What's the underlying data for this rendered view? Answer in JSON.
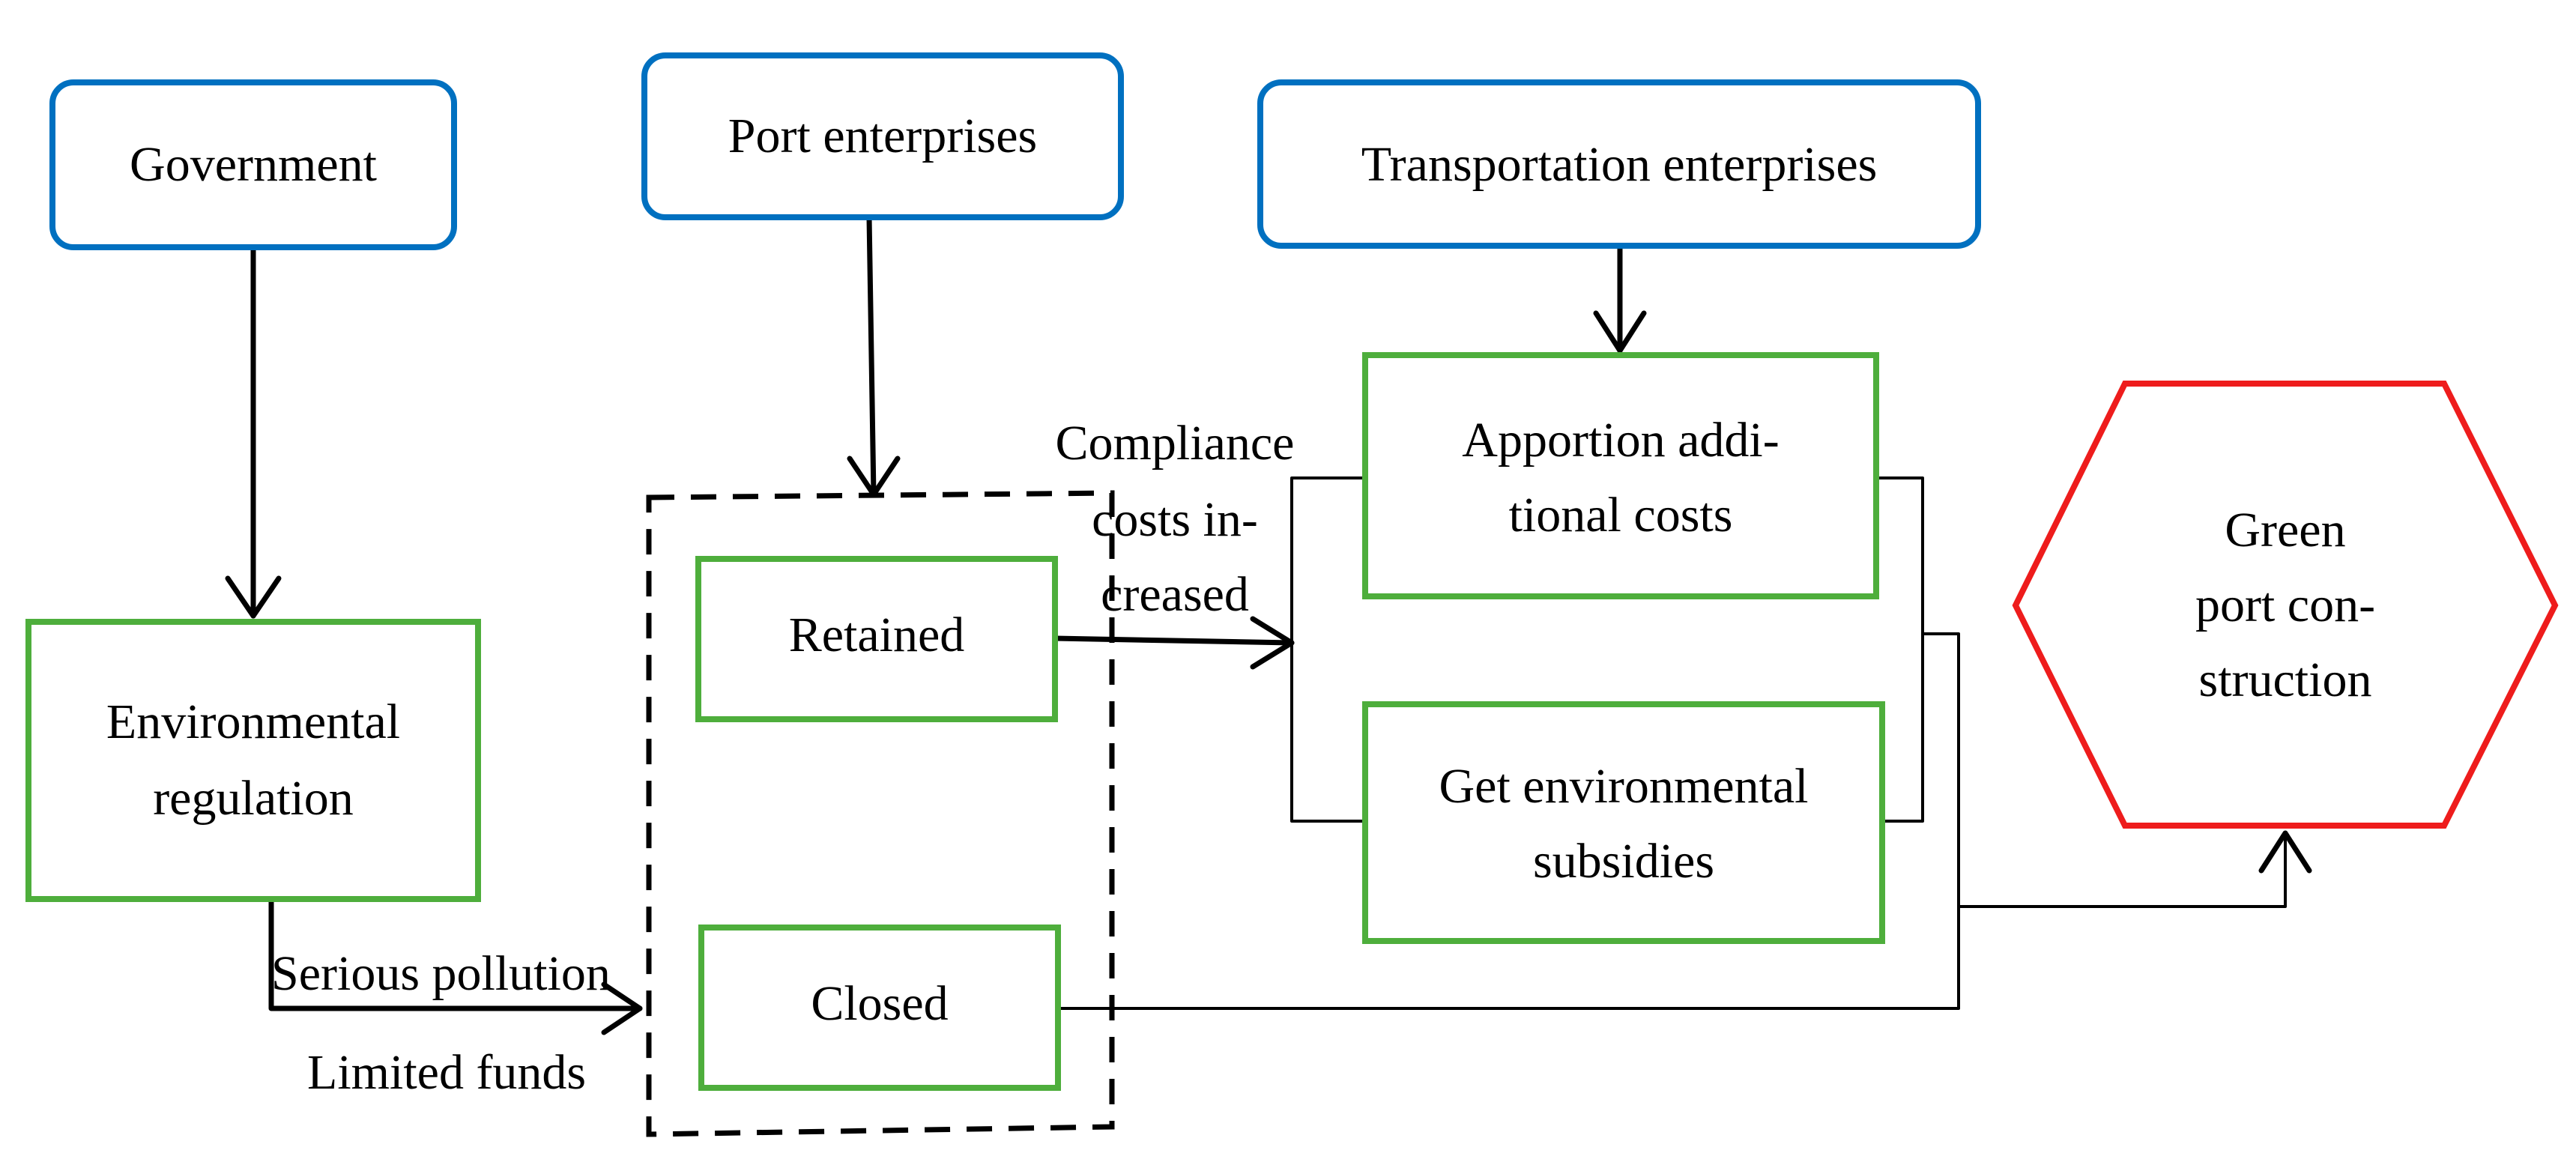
{
  "colors": {
    "actor_border": "#0070C0",
    "state_border": "#4EAE3C",
    "goal_border": "#EE1C1C",
    "line": "#000000"
  },
  "nodes": {
    "government": "Government",
    "port_enterprises": "Port enterprises",
    "transportation_enterprises": "Transportation enterprises",
    "environmental_regulation": [
      "Environmental",
      "regulation"
    ],
    "retained": "Retained",
    "closed": "Closed",
    "apportion_costs": [
      "Apportion addi-",
      "tional costs"
    ],
    "environmental_subsidies": [
      "Get environmental",
      "subsidies"
    ],
    "green_port": [
      "Green",
      "port con-",
      "struction"
    ]
  },
  "labels": {
    "serious_pollution": "Serious pollution",
    "limited_funds": "Limited funds",
    "compliance_costs": [
      "Compliance",
      "costs in-",
      "creased"
    ]
  }
}
